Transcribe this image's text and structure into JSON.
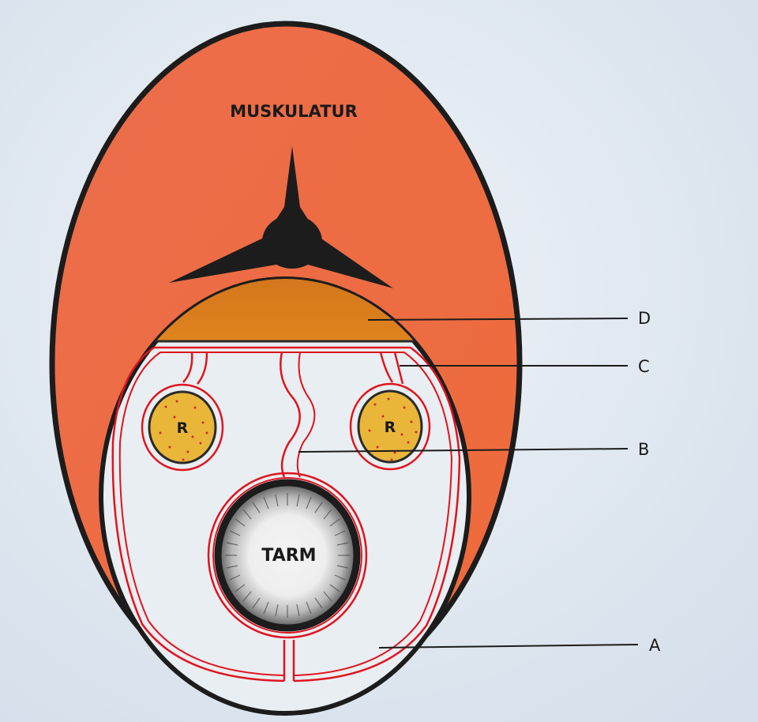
{
  "diagram": {
    "labels": {
      "muskulatur": "MUSKULATUR",
      "tarm": "TARM",
      "kidney_left": "R",
      "kidney_right": "R"
    },
    "callouts": [
      {
        "letter": "D"
      },
      {
        "letter": "C"
      },
      {
        "letter": "B"
      },
      {
        "letter": "A"
      }
    ],
    "colors": {
      "background": "#dde6f0",
      "muscle": "#ee6a45",
      "outline": "#1c1c1c",
      "vessel": "#e0141e",
      "cavity": "#e9eef2",
      "fat_band": "#d9791e",
      "kidney": "#e9b63a",
      "intestine_lumen": "#f2f2f2"
    }
  }
}
